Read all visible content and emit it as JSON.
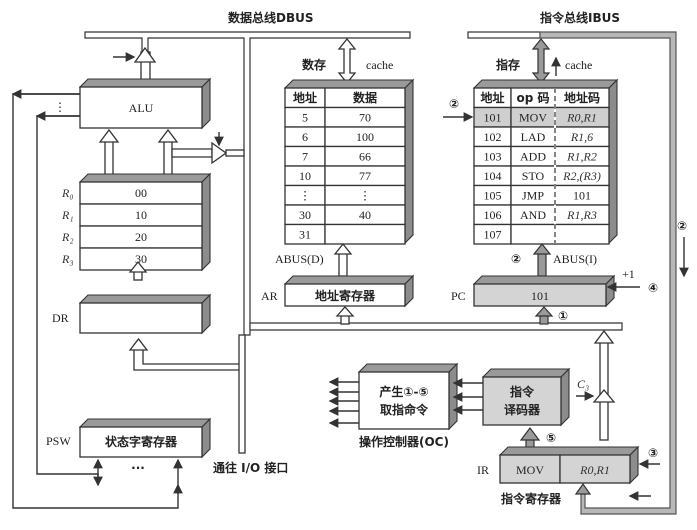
{
  "buses": {
    "dbus": "数据总线DBUS",
    "ibus": "指令总线IBUS",
    "abus_d": "ABUS(D)",
    "abus_i": "ABUS(I)",
    "io": "通往 I/O 接口"
  },
  "alu": {
    "label": "ALU",
    "dots": "⋮"
  },
  "registers": {
    "names": [
      "R₀",
      "R₁",
      "R₂",
      "R₃"
    ],
    "values": [
      "00",
      "10",
      "20",
      "30"
    ]
  },
  "dr": {
    "label": "DR"
  },
  "psw": {
    "label": "PSW",
    "name": "状态字寄存器",
    "dots": "···"
  },
  "data_memory": {
    "title": "数存",
    "cache": "cache",
    "headers": [
      "地址",
      "数据"
    ],
    "rows": [
      [
        "5",
        "70"
      ],
      [
        "6",
        "100"
      ],
      [
        "7",
        "66"
      ],
      [
        "10",
        "77"
      ],
      [
        "⋮",
        "⋮"
      ],
      [
        "30",
        "40"
      ],
      [
        "31",
        ""
      ]
    ]
  },
  "ar": {
    "label": "AR",
    "name": "地址寄存器"
  },
  "instr_memory": {
    "title": "指存",
    "cache": "cache",
    "headers": [
      "地址",
      "op 码",
      "地址码"
    ],
    "rows": [
      [
        "101",
        "MOV",
        "R0,R1"
      ],
      [
        "102",
        "LAD",
        "R1,6"
      ],
      [
        "103",
        "ADD",
        "R1,R2"
      ],
      [
        "104",
        "STO",
        "R2,(R3)"
      ],
      [
        "105",
        "JMP",
        "101"
      ],
      [
        "106",
        "AND",
        "R1,R3"
      ],
      [
        "107",
        "",
        ""
      ]
    ],
    "highlighted_row": 0
  },
  "pc": {
    "label": "PC",
    "value": "101",
    "increment": "+1"
  },
  "steps": {
    "s1": "①",
    "s2_left": "②",
    "s2_abus": "②",
    "s2_right": "②",
    "s3": "③",
    "s4": "④",
    "s5": "⑤"
  },
  "controller": {
    "line1": "产生①-⑤",
    "line2": "取指命令",
    "caption": "操作控制器(OC)"
  },
  "decoder": {
    "line1": "指令",
    "line2": "译码器"
  },
  "c3": "C₃",
  "ir": {
    "label": "IR",
    "op": "MOV",
    "addr": "R0,R1",
    "caption": "指令寄存器"
  }
}
